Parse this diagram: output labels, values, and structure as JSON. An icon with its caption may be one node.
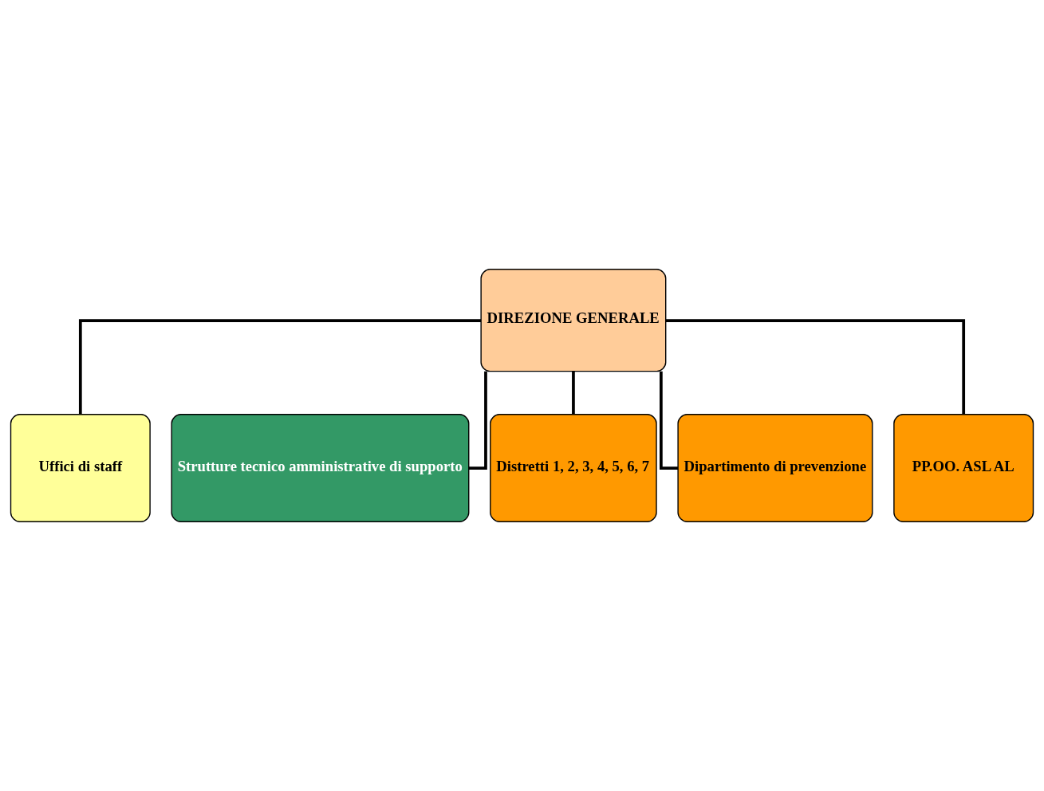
{
  "diagram": {
    "nodes": [
      {
        "text": [
          "DIREZIONE GENERALE"
        ]
      },
      {
        "text": [
          "Uffici di staff"
        ]
      },
      {
        "text": [
          "Strutture tecnico amministrative di supporto"
        ]
      },
      {
        "text": [
          "Distretti 1, 2, 3, 4, 5, 6, 7"
        ]
      },
      {
        "text": [
          "Dipartimento di prevenzione"
        ]
      },
      {
        "text": [
          "PP.OO. ASL AL"
        ]
      }
    ],
    "edges": [
      {
        "from": 0,
        "to": 1,
        "arrow": "none"
      },
      {
        "from": 0,
        "to": 2,
        "arrow": "none"
      },
      {
        "from": 0,
        "to": 3,
        "arrow": "none"
      },
      {
        "from": 0,
        "to": 4,
        "arrow": "none"
      },
      {
        "from": 0,
        "to": 5,
        "arrow": "none"
      }
    ]
  }
}
